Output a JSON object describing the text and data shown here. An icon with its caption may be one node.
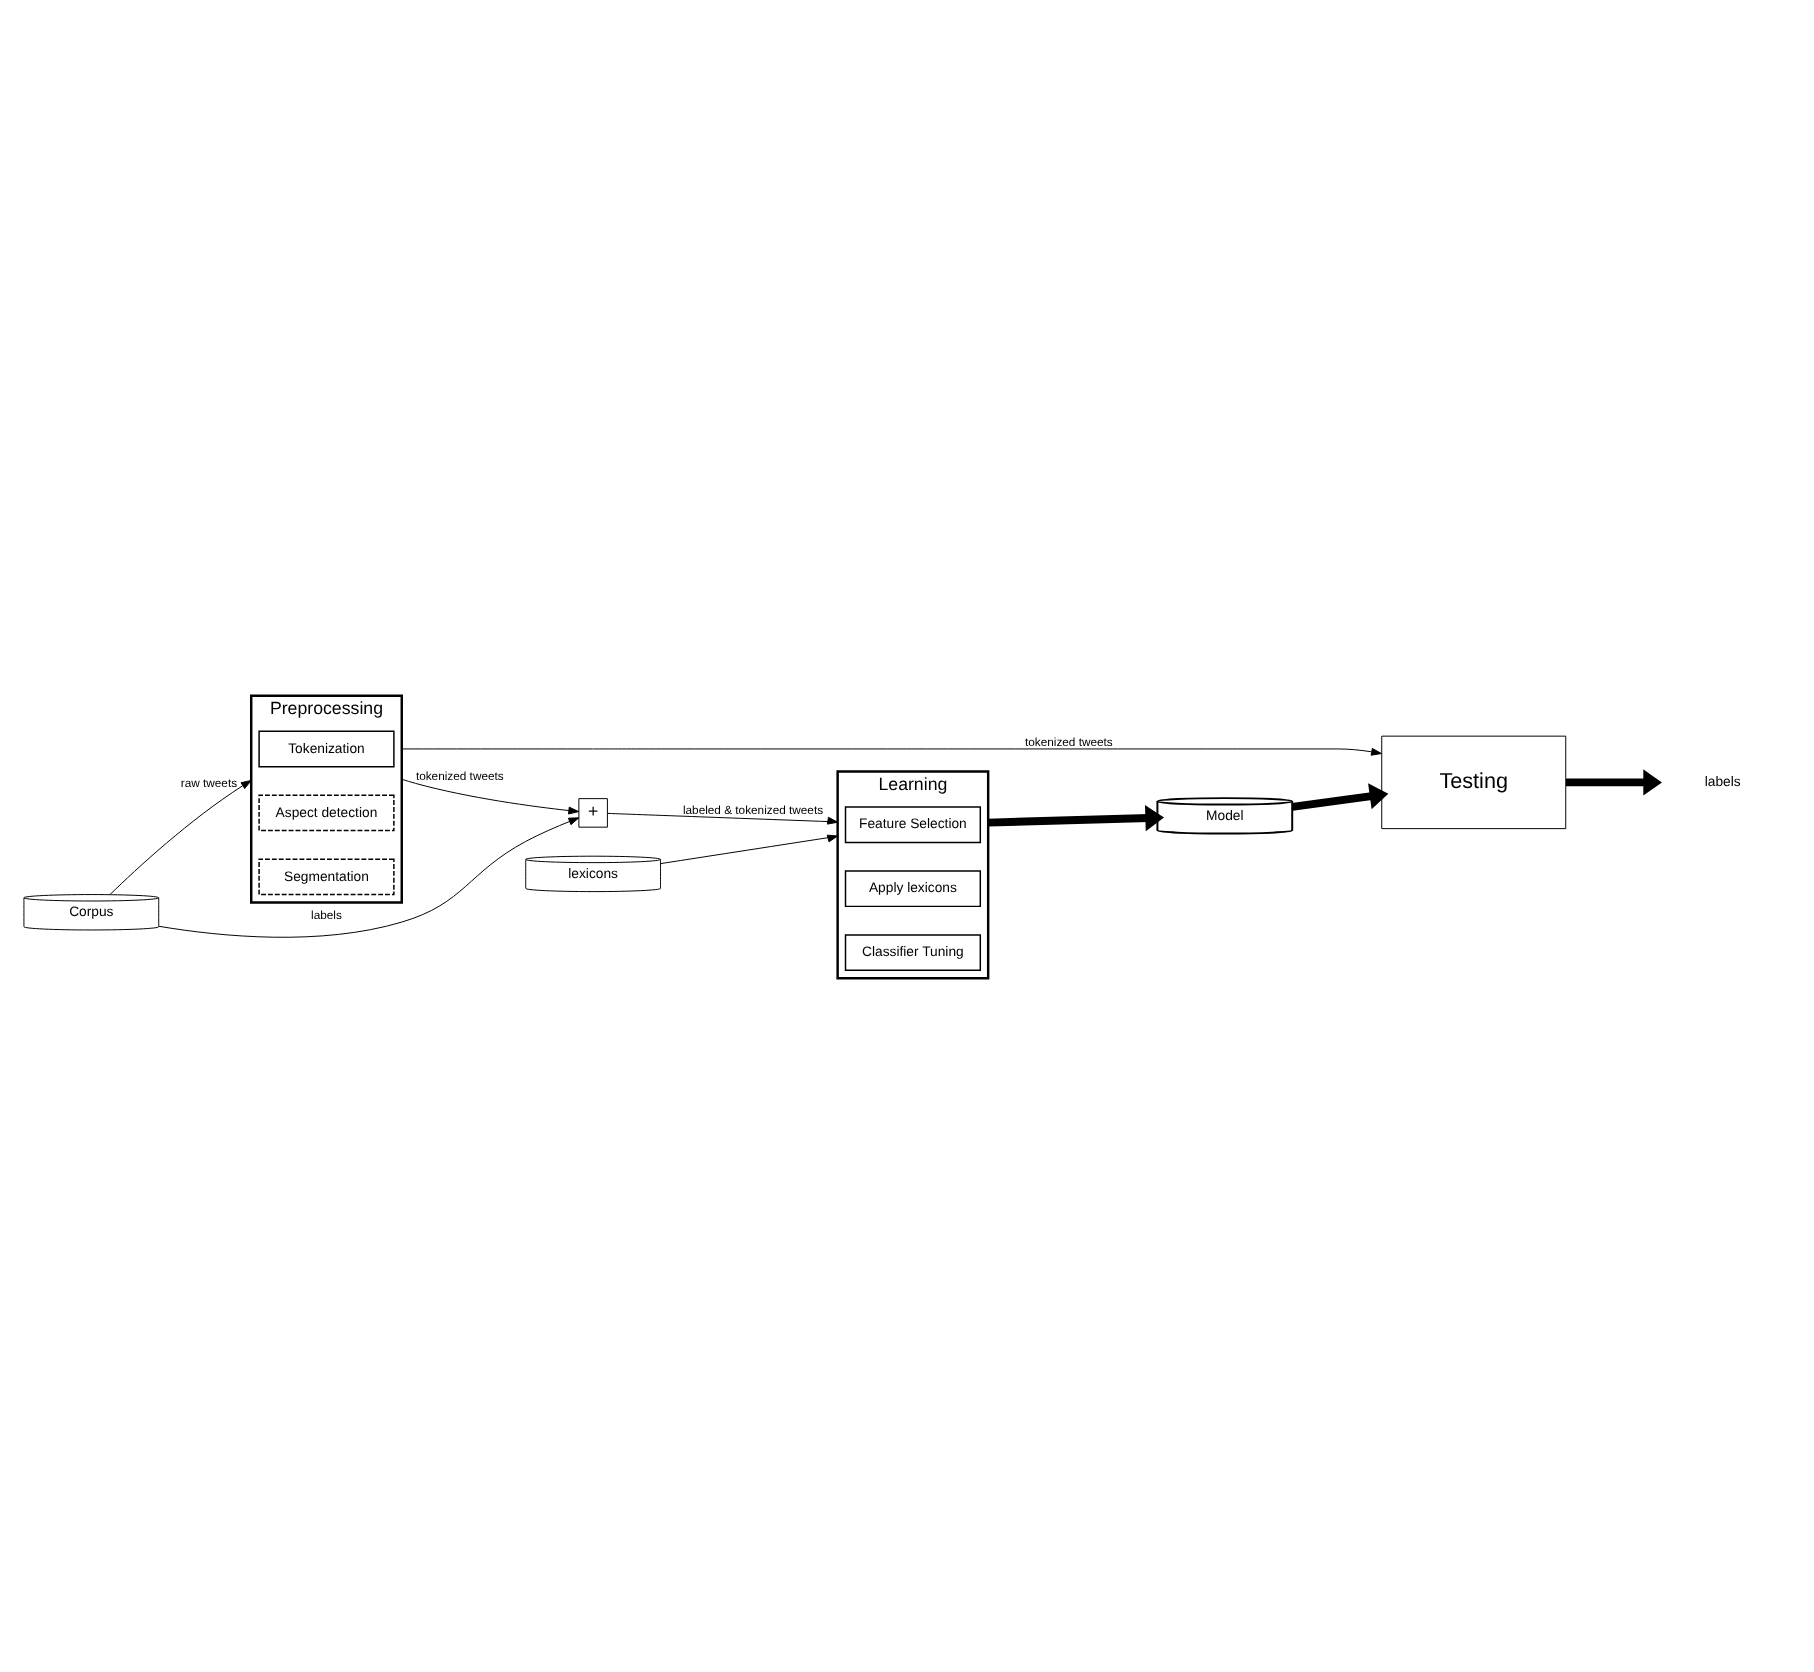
{
  "diagram": {
    "nodes": [
      {
        "text": [
          "Corpus"
        ]
      },
      {
        "text": [
          "Preprocessing"
        ]
      },
      {
        "text": [
          "Tokenization"
        ],
        "in": 1
      },
      {
        "text": [
          "Aspect detection"
        ],
        "in": 1
      },
      {
        "text": [
          "Segmentation"
        ],
        "in": 1
      },
      {
        "text": [
          "+"
        ]
      },
      {
        "text": [
          "lexicons"
        ]
      },
      {
        "text": [
          "Learning"
        ]
      },
      {
        "text": [
          "Feature Selection"
        ],
        "in": 7
      },
      {
        "text": [
          "Apply lexicons"
        ],
        "in": 7
      },
      {
        "text": [
          "Classifier Tuning"
        ],
        "in": 7
      },
      {
        "text": [
          "Model"
        ]
      },
      {
        "text": [
          "Testing"
        ]
      },
      {
        "text": [
          "labels"
        ]
      }
    ],
    "edges": [
      {
        "from": 0,
        "to": 1,
        "arrow": "to",
        "label": "raw tweets"
      },
      {
        "from": 0,
        "to": 5,
        "arrow": "to",
        "label": "labels"
      },
      {
        "from": 1,
        "to": 5,
        "arrow": "to",
        "label": "tokenized tweets"
      },
      {
        "from": 5,
        "to": 7,
        "arrow": "to",
        "label": "labeled & tokenized tweets"
      },
      {
        "from": 6,
        "to": 7,
        "arrow": "to"
      },
      {
        "from": 7,
        "to": 11,
        "arrow": "to",
        "style": "thick"
      },
      {
        "from": 11,
        "to": 12,
        "arrow": "to",
        "style": "thick"
      },
      {
        "from": 1,
        "to": 12,
        "arrow": "to",
        "label": "tokenized tweets"
      },
      {
        "from": 12,
        "to": 13,
        "arrow": "to",
        "style": "thick"
      }
    ]
  }
}
